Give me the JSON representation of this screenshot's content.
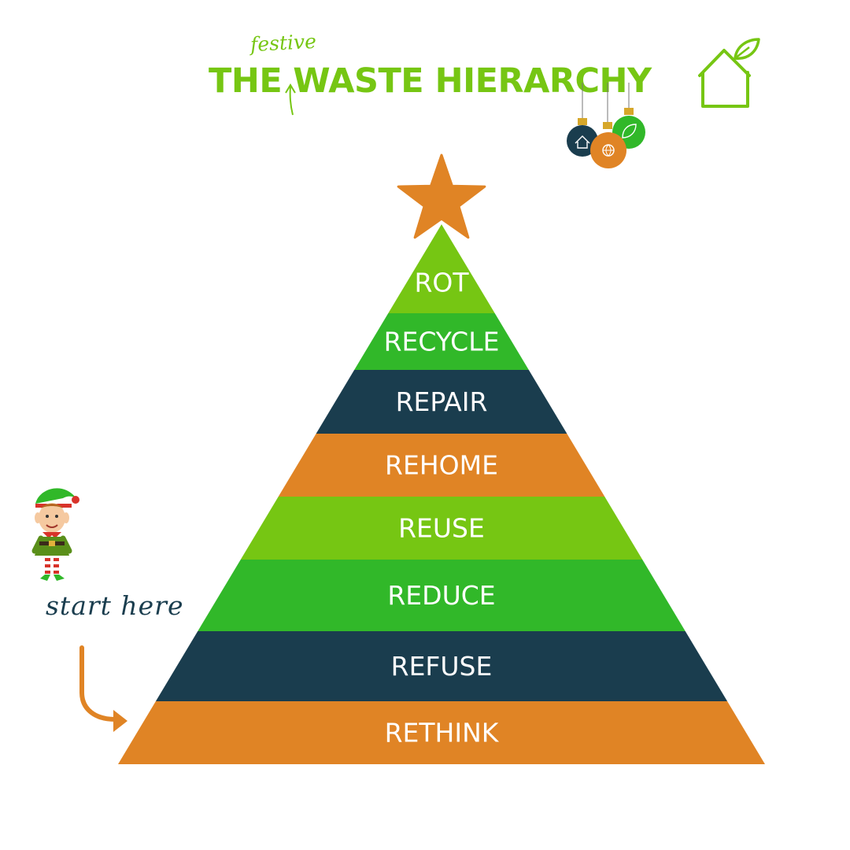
{
  "header": {
    "annotation": "festive",
    "title_words": [
      "THE",
      "WASTE HIERARCHY"
    ]
  },
  "note": {
    "text": "start here"
  },
  "colors": {
    "brand_green": "#76c613",
    "green": "#31b829",
    "navy": "#1a3d4e",
    "orange": "#e08425",
    "white": "#ffffff"
  },
  "icons": [
    "house-leaf-icon",
    "ornament-icon",
    "star-icon",
    "elf-icon",
    "arrow-icon"
  ],
  "pyramid": {
    "levels": [
      {
        "label": "ROT",
        "color": "#76c613"
      },
      {
        "label": "RECYCLE",
        "color": "#31b829"
      },
      {
        "label": "REPAIR",
        "color": "#1a3d4e"
      },
      {
        "label": "REHOME",
        "color": "#e08425"
      },
      {
        "label": "REUSE",
        "color": "#76c613"
      },
      {
        "label": "REDUCE",
        "color": "#31b829"
      },
      {
        "label": "REFUSE",
        "color": "#1a3d4e"
      },
      {
        "label": "RETHINK",
        "color": "#e08425"
      }
    ]
  }
}
